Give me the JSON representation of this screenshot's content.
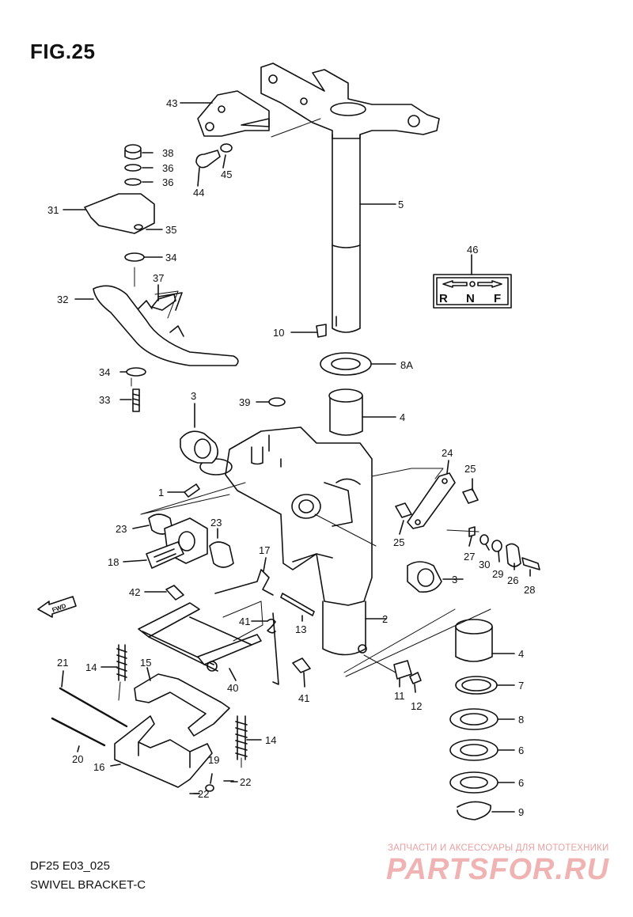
{
  "figure": {
    "title": "FIG.25",
    "model_code": "DF25 E03_025",
    "name": "SWIVEL BRACKET-C"
  },
  "shift_plate": {
    "part_no": "46",
    "labels": [
      "R",
      "N",
      "F"
    ]
  },
  "fwd_marker": "FWD",
  "watermark": {
    "line1": "ЗАПЧАСТИ И АКСЕССУАРЫ ДЛЯ МОТОТЕХНИКИ",
    "line2": "PARTSFOR.RU"
  },
  "callouts": [
    "43",
    "38",
    "36",
    "36",
    "44",
    "45",
    "5",
    "31",
    "35",
    "34",
    "37",
    "32",
    "46",
    "10",
    "8A",
    "34",
    "33",
    "3",
    "39",
    "4",
    "1",
    "24",
    "25",
    "23",
    "23",
    "25",
    "18",
    "17",
    "27",
    "30",
    "29",
    "26",
    "28",
    "3",
    "42",
    "41",
    "13",
    "2",
    "14",
    "15",
    "40",
    "4",
    "21",
    "41",
    "11",
    "12",
    "7",
    "8",
    "14",
    "20",
    "16",
    "19",
    "22",
    "22",
    "6",
    "6",
    "9"
  ],
  "colors": {
    "line": "#111111",
    "watermark": "#f0b3b3"
  }
}
